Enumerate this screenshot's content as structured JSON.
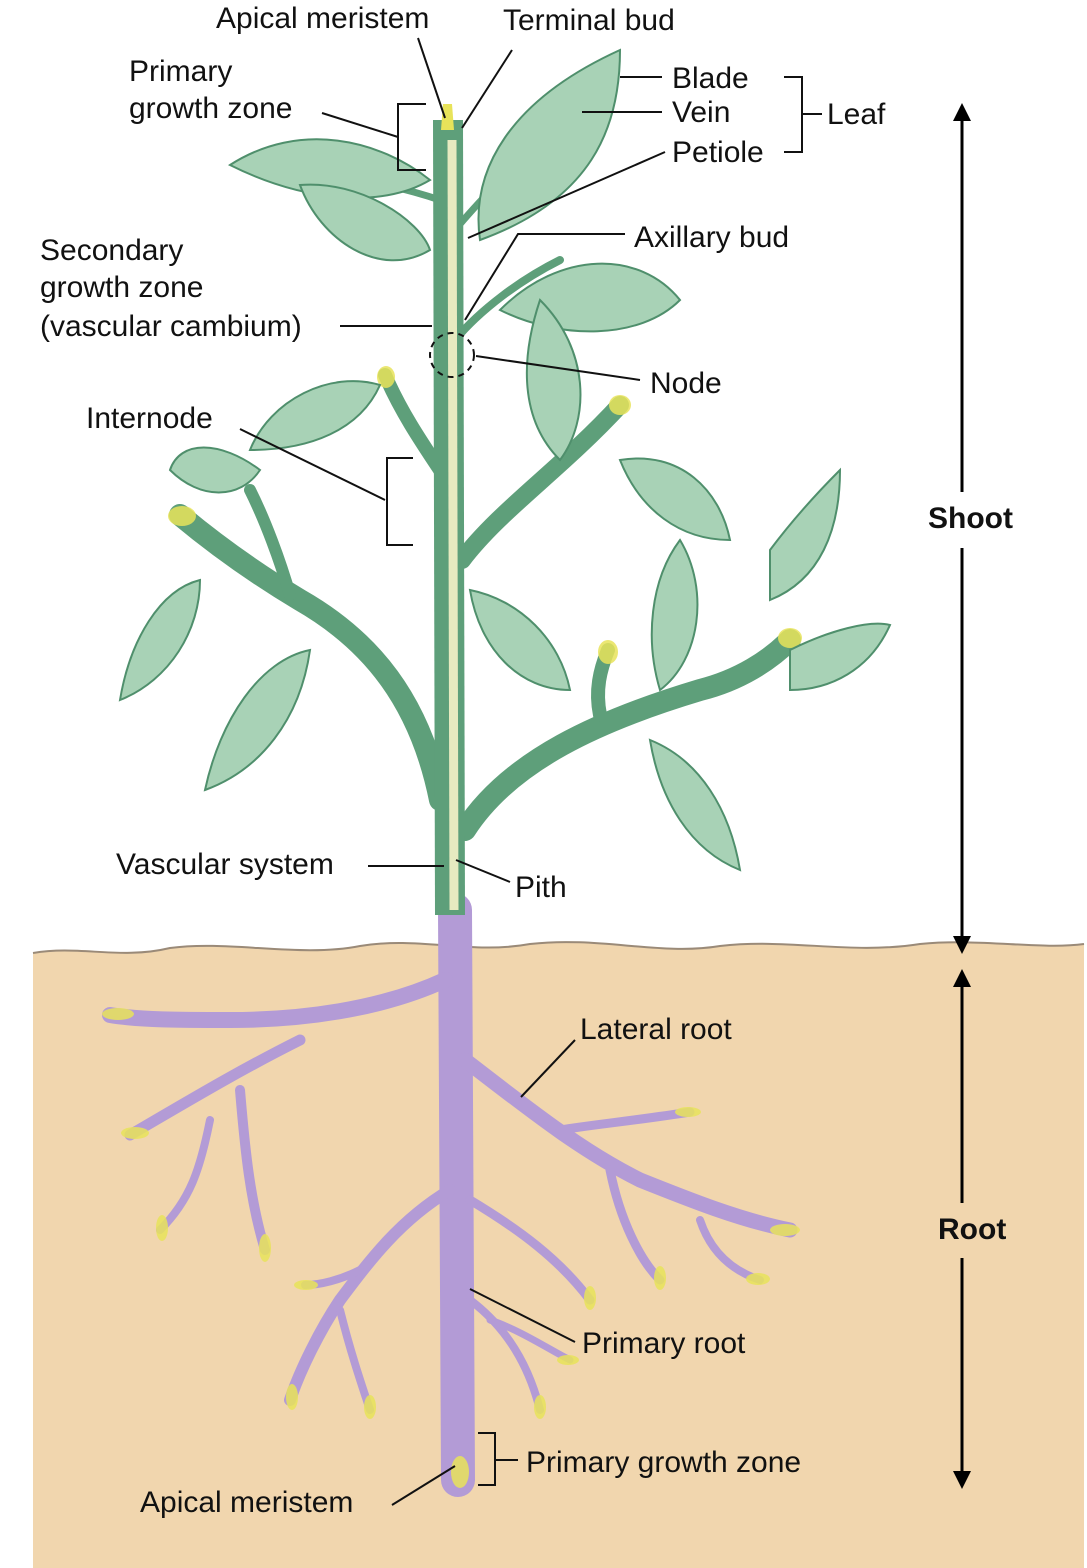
{
  "labels": {
    "apical_meristem_top": "Apical meristem",
    "terminal_bud": "Terminal bud",
    "primary_growth_zone_top_1": "Primary",
    "primary_growth_zone_top_2": "growth zone",
    "blade": "Blade",
    "vein": "Vein",
    "petiole": "Petiole",
    "leaf": "Leaf",
    "secondary_growth_1": "Secondary",
    "secondary_growth_2": "growth zone",
    "secondary_growth_3": "(vascular cambium)",
    "axillary_bud": "Axillary bud",
    "node": "Node",
    "internode": "Internode",
    "shoot": "Shoot",
    "vascular_system": "Vascular system",
    "pith": "Pith",
    "lateral_root": "Lateral root",
    "root": "Root",
    "primary_root": "Primary root",
    "primary_growth_zone_bottom": "Primary growth zone",
    "apical_meristem_bottom": "Apical meristem"
  },
  "colors": {
    "soil": "#f1d6ae",
    "stem": "#5e9f7a",
    "leaf": "#a8d2b6",
    "leaf_vein": "#4f8f6c",
    "root": "#b39bd6",
    "meristem": "#e8e35a",
    "leader": "#111111"
  }
}
